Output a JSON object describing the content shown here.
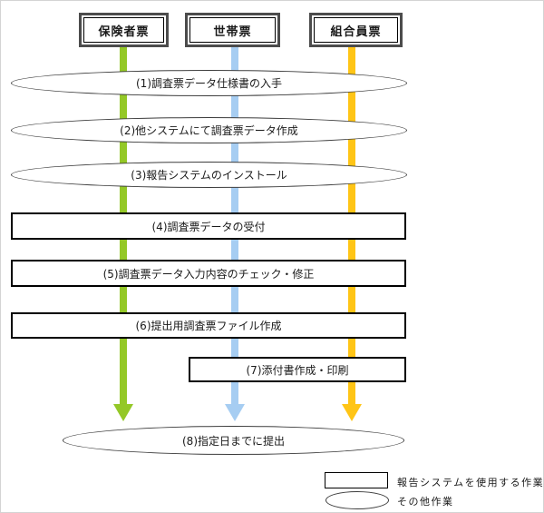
{
  "diagram": {
    "columns": [
      {
        "label": "保険者票",
        "color": "#94c827"
      },
      {
        "label": "世帯票",
        "color": "#a6cdf2"
      },
      {
        "label": "組合員票",
        "color": "#ffc516"
      }
    ],
    "steps": [
      {
        "shape": "ellipse",
        "label": "(1)調査票データ仕様書の入手"
      },
      {
        "shape": "ellipse",
        "label": "(2)他システムにて調査票データ作成"
      },
      {
        "shape": "ellipse",
        "label": "(3)報告システムのインストール"
      },
      {
        "shape": "rect",
        "label": "(4)調査票データの受付"
      },
      {
        "shape": "rect",
        "label": "(5)調査票データ入力内容のチェック・修正"
      },
      {
        "shape": "rect",
        "label": "(6)提出用調査票ファイル作成"
      },
      {
        "shape": "rect",
        "label": "(7)添付書作成・印刷"
      },
      {
        "shape": "ellipse",
        "label": "(8)指定日までに提出"
      }
    ],
    "legend": {
      "rect_label": "報告システムを使用する作業",
      "ellipse_label": "その他作業"
    }
  }
}
